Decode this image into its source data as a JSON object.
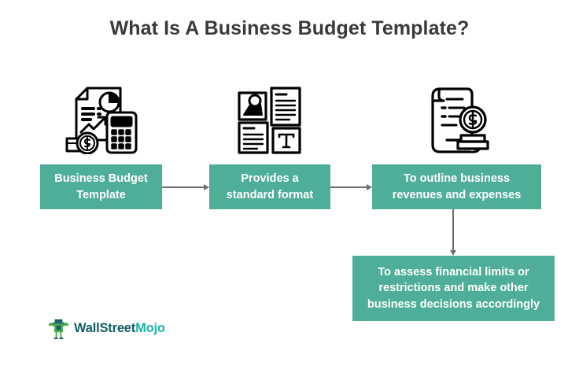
{
  "page": {
    "title": "What Is A Business Budget Template?",
    "background_color": "#ffffff",
    "title_color": "#3a3a3a"
  },
  "theme": {
    "accent_teal": "#4fae99",
    "box_text_color": "#ffffff",
    "connector_gray": "#6e6e6e",
    "icon_stroke": "#000000",
    "brand_dark": "#135e63",
    "brand_bright": "#15b8a6"
  },
  "diagram": {
    "type": "flowchart",
    "orientation": "left-to-right with downward branch",
    "icons": [
      {
        "name": "budget-report-calculator-icon",
        "描": "document with pie chart, trend arrow, calculator and dollar coins"
      },
      {
        "name": "standard-format-layout-icon",
        "描": "four-panel document layout grid with image, text lines and typography T"
      },
      {
        "name": "invoice-scroll-money-icon",
        "描": "scroll invoice with dollar coin and stacked coins"
      }
    ],
    "nodes": [
      {
        "id": "node-1",
        "label": "Business Budget Template",
        "icon": "budget-report-calculator-icon"
      },
      {
        "id": "node-2",
        "label": "Provides a standard format",
        "icon": "standard-format-layout-icon"
      },
      {
        "id": "node-3",
        "label": "To outline business revenues and expenses",
        "icon": "invoice-scroll-money-icon"
      },
      {
        "id": "node-4",
        "label": "To assess financial limits or restrictions and make other business decisions accordingly",
        "icon": null
      }
    ],
    "connectors": [
      {
        "id": "arrow-1",
        "from": "node-1",
        "to": "node-2",
        "direction": "right"
      },
      {
        "id": "arrow-2",
        "from": "node-2",
        "to": "node-3",
        "direction": "right"
      },
      {
        "id": "arrow-3",
        "from": "node-3",
        "to": "node-4",
        "direction": "down"
      }
    ]
  },
  "brand": {
    "logo_icon_name": "wallstreetmojo-bull-mascot-icon",
    "name_part_1": "WallStreet",
    "name_part_2": "Mojo"
  }
}
